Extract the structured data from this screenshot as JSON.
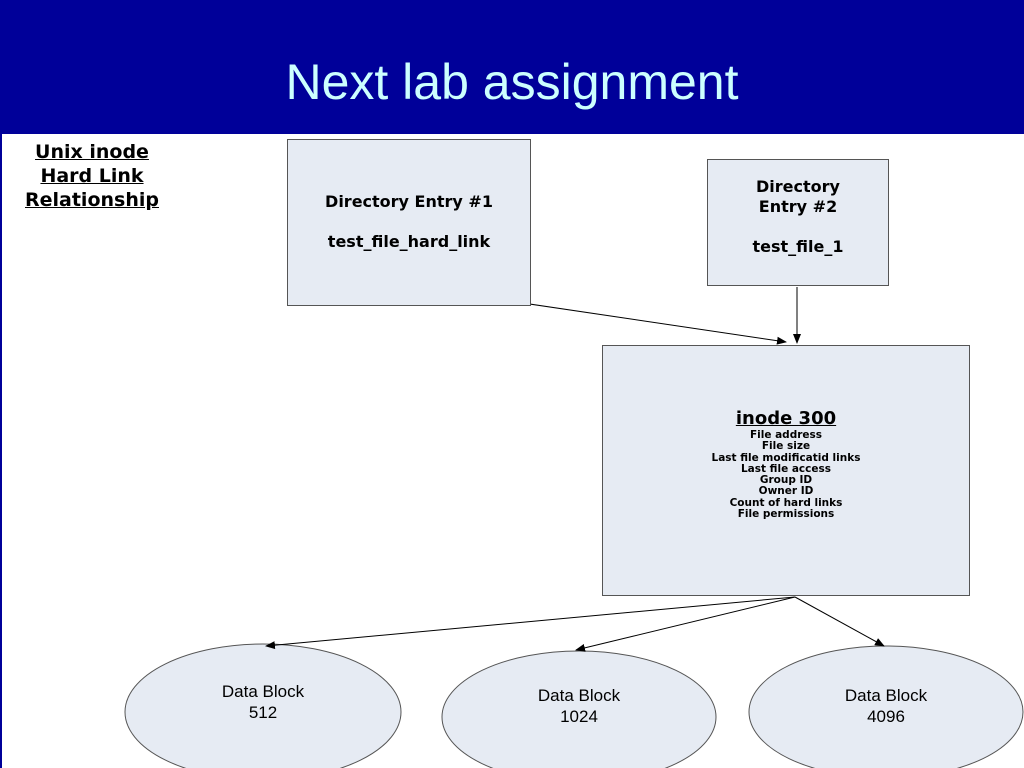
{
  "slide": {
    "title": "Next lab assignment"
  },
  "diagram": {
    "title_lines": [
      "Unix inode",
      "Hard Link",
      "Relationship"
    ],
    "entry1": {
      "name": "Directory Entry #1",
      "file": "test_file_hard_link"
    },
    "entry2": {
      "name_line1": "Directory",
      "name_line2": "Entry #2",
      "file": "test_file_1"
    },
    "inode": {
      "title": "inode 300",
      "fields": [
        "File address",
        "File size",
        "Last file modificatid links",
        "Last file access",
        "Group ID",
        "Owner ID",
        "Count of hard links",
        "File permissions"
      ]
    },
    "blocks": [
      {
        "label": "Data Block",
        "size": "512"
      },
      {
        "label": "Data Block",
        "size": "1024"
      },
      {
        "label": "Data Block",
        "size": "4096"
      }
    ]
  },
  "colors": {
    "header_bg": "#000099",
    "title_text": "#ccffff",
    "box_fill": "#e6ebf3"
  }
}
